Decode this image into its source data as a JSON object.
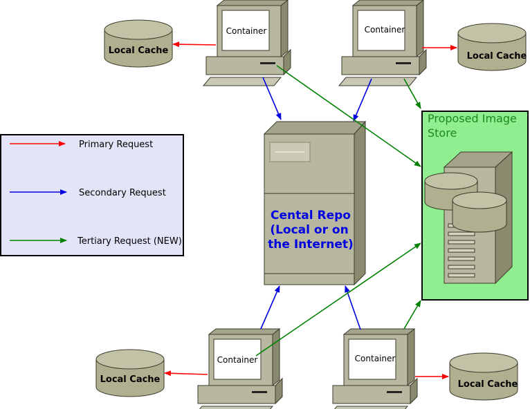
{
  "workstations": [
    {
      "label": "Container"
    },
    {
      "label": "Container"
    },
    {
      "label": "Container"
    },
    {
      "label": "Container"
    }
  ],
  "caches": [
    {
      "label": "Local Cache"
    },
    {
      "label": "Local Cache"
    },
    {
      "label": "Local Cache"
    },
    {
      "label": "Local Cache"
    }
  ],
  "central_repo": {
    "lines": [
      "Cental Repo",
      "(Local or on",
      "the Internet)"
    ]
  },
  "image_store": {
    "lines": [
      "Proposed Image",
      "Store"
    ]
  },
  "legend": {
    "items": [
      {
        "label": "Primary Request",
        "color": "#ff0000"
      },
      {
        "label": "Secondary Request",
        "color": "#0000e0"
      },
      {
        "label": "Tertiary Request (NEW)",
        "color": "#008000"
      }
    ]
  },
  "colors": {
    "primary": "#ff0000",
    "secondary": "#0000e0",
    "tertiary": "#008000",
    "device": "#b8b8a0",
    "device_dark": "#8a8a6e",
    "store_bg": "#90ee90",
    "legend_bg": "#e4e4f8"
  }
}
